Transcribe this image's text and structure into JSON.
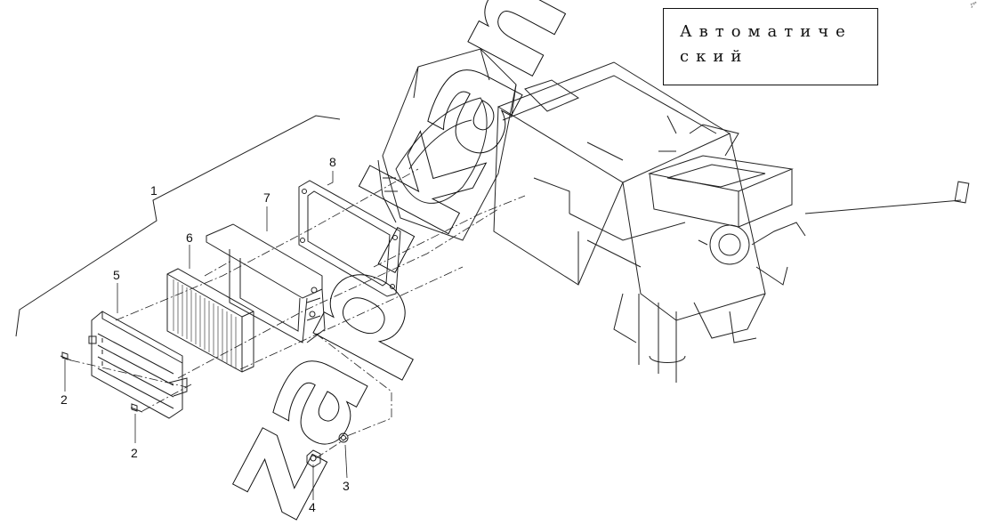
{
  "title_box": {
    "text": "Автоматический"
  },
  "watermark": {
    "text": "zap-kam.ru"
  },
  "corner_mark": "♪ᵍᵃ",
  "callouts": {
    "c1": "1",
    "c2a": "2",
    "c2b": "2",
    "c3": "3",
    "c4": "4",
    "c5": "5",
    "c6": "6",
    "c7": "7",
    "c8": "8"
  },
  "icons": {
    "heater-unit": "hvac-housing-drawing",
    "filter": "cabin-air-filter-drawing",
    "grille": "filter-cover-grille-drawing",
    "frame": "filter-housing-frame-drawing",
    "gasket": "seal-gasket-drawing"
  }
}
